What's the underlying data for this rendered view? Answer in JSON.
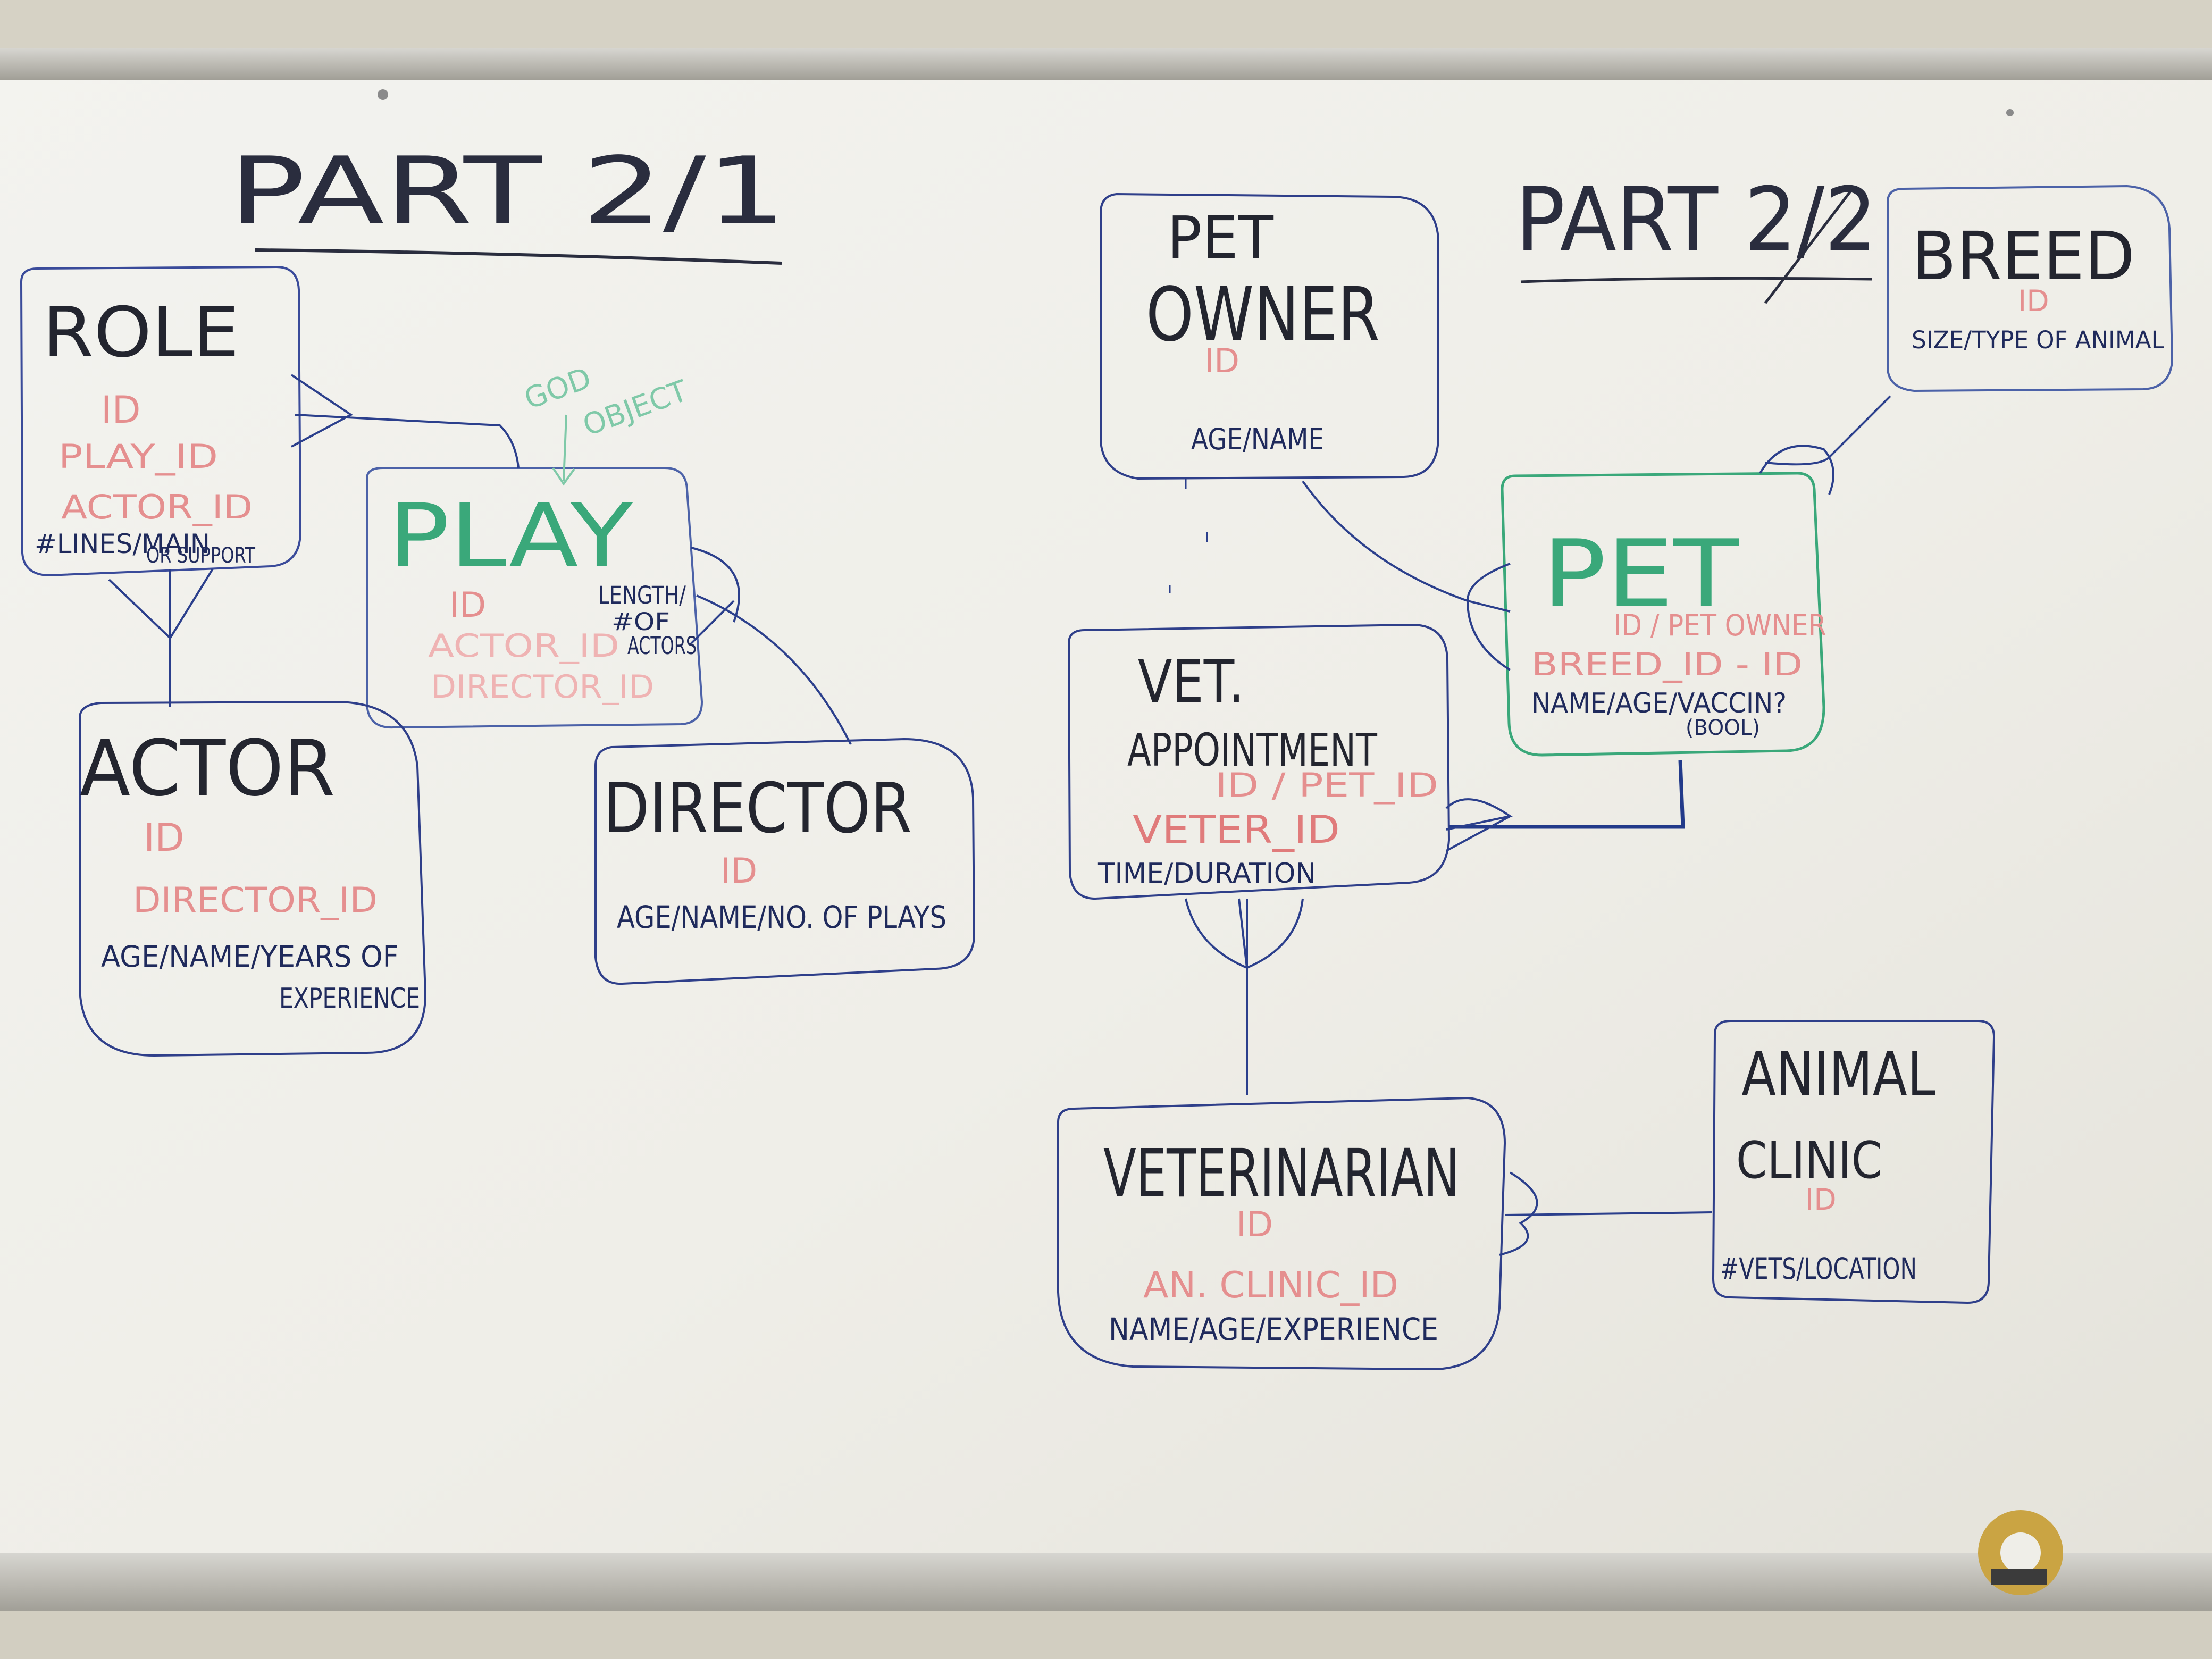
{
  "parts": {
    "left": "PART 2/1",
    "right": "PART 2/2"
  },
  "entities": {
    "role": {
      "name": "ROLE",
      "keys": [
        "ID",
        "PLAY_ID",
        "ACTOR_ID"
      ],
      "attrs": [
        "#LINES/MAIN",
        "OR SUPPORT"
      ]
    },
    "play": {
      "name": "PLAY",
      "keys": [
        "ID",
        "ACTOR_ID",
        "DIRECTOR_ID"
      ],
      "attrs": [
        "LENGTH/",
        "#OF",
        "ACTORS"
      ],
      "note": [
        "GOD",
        "OBJECT"
      ]
    },
    "actor": {
      "name": "ACTOR",
      "keys": [
        "ID",
        "DIRECTOR_ID"
      ],
      "attrs": [
        "AGE/NAME/YEARS OF",
        "EXPERIENCE"
      ]
    },
    "director": {
      "name": "DIRECTOR",
      "keys": [
        "ID"
      ],
      "attrs": [
        "AGE/NAME/NO. OF PLAYS"
      ]
    },
    "pet_owner": {
      "name": [
        "PET",
        "OWNER"
      ],
      "keys": [
        "ID"
      ],
      "attrs": [
        "AGE/NAME"
      ]
    },
    "breed": {
      "name": "BREED",
      "keys": [
        "ID"
      ],
      "attrs": [
        "SIZE/TYPE OF ANIMAL"
      ]
    },
    "pet": {
      "name": "PET",
      "keys": [
        "ID / PET OWNER",
        "BREED_ID - ID"
      ],
      "attrs": [
        "NAME/AGE/VACCIN?",
        "(BOOL)"
      ]
    },
    "vet_appointment": {
      "name": [
        "VET.",
        "APPOINTMENT"
      ],
      "keys": [
        "ID / PET_ID",
        "VETER_ID"
      ],
      "attrs": [
        "TIME/DURATION"
      ]
    },
    "veterinarian": {
      "name": "VETERINARIAN",
      "keys": [
        "ID",
        "AN. CLINIC_ID"
      ],
      "attrs": [
        "NAME/AGE/EXPERIENCE"
      ]
    },
    "animal_clinic": {
      "name": [
        "ANIMAL",
        "CLINIC"
      ],
      "keys": [
        "ID"
      ],
      "attrs": [
        "#VETS/LOCATION"
      ]
    }
  },
  "colors": {
    "board": "#f2f1ec",
    "frame": "#b9b7b0",
    "ink_blue": "#2b3f8c",
    "ink_black": "#23252f",
    "ink_red": "#e58f8f",
    "ink_green": "#3aa87a",
    "ink_teal": "#7fc9a8"
  }
}
